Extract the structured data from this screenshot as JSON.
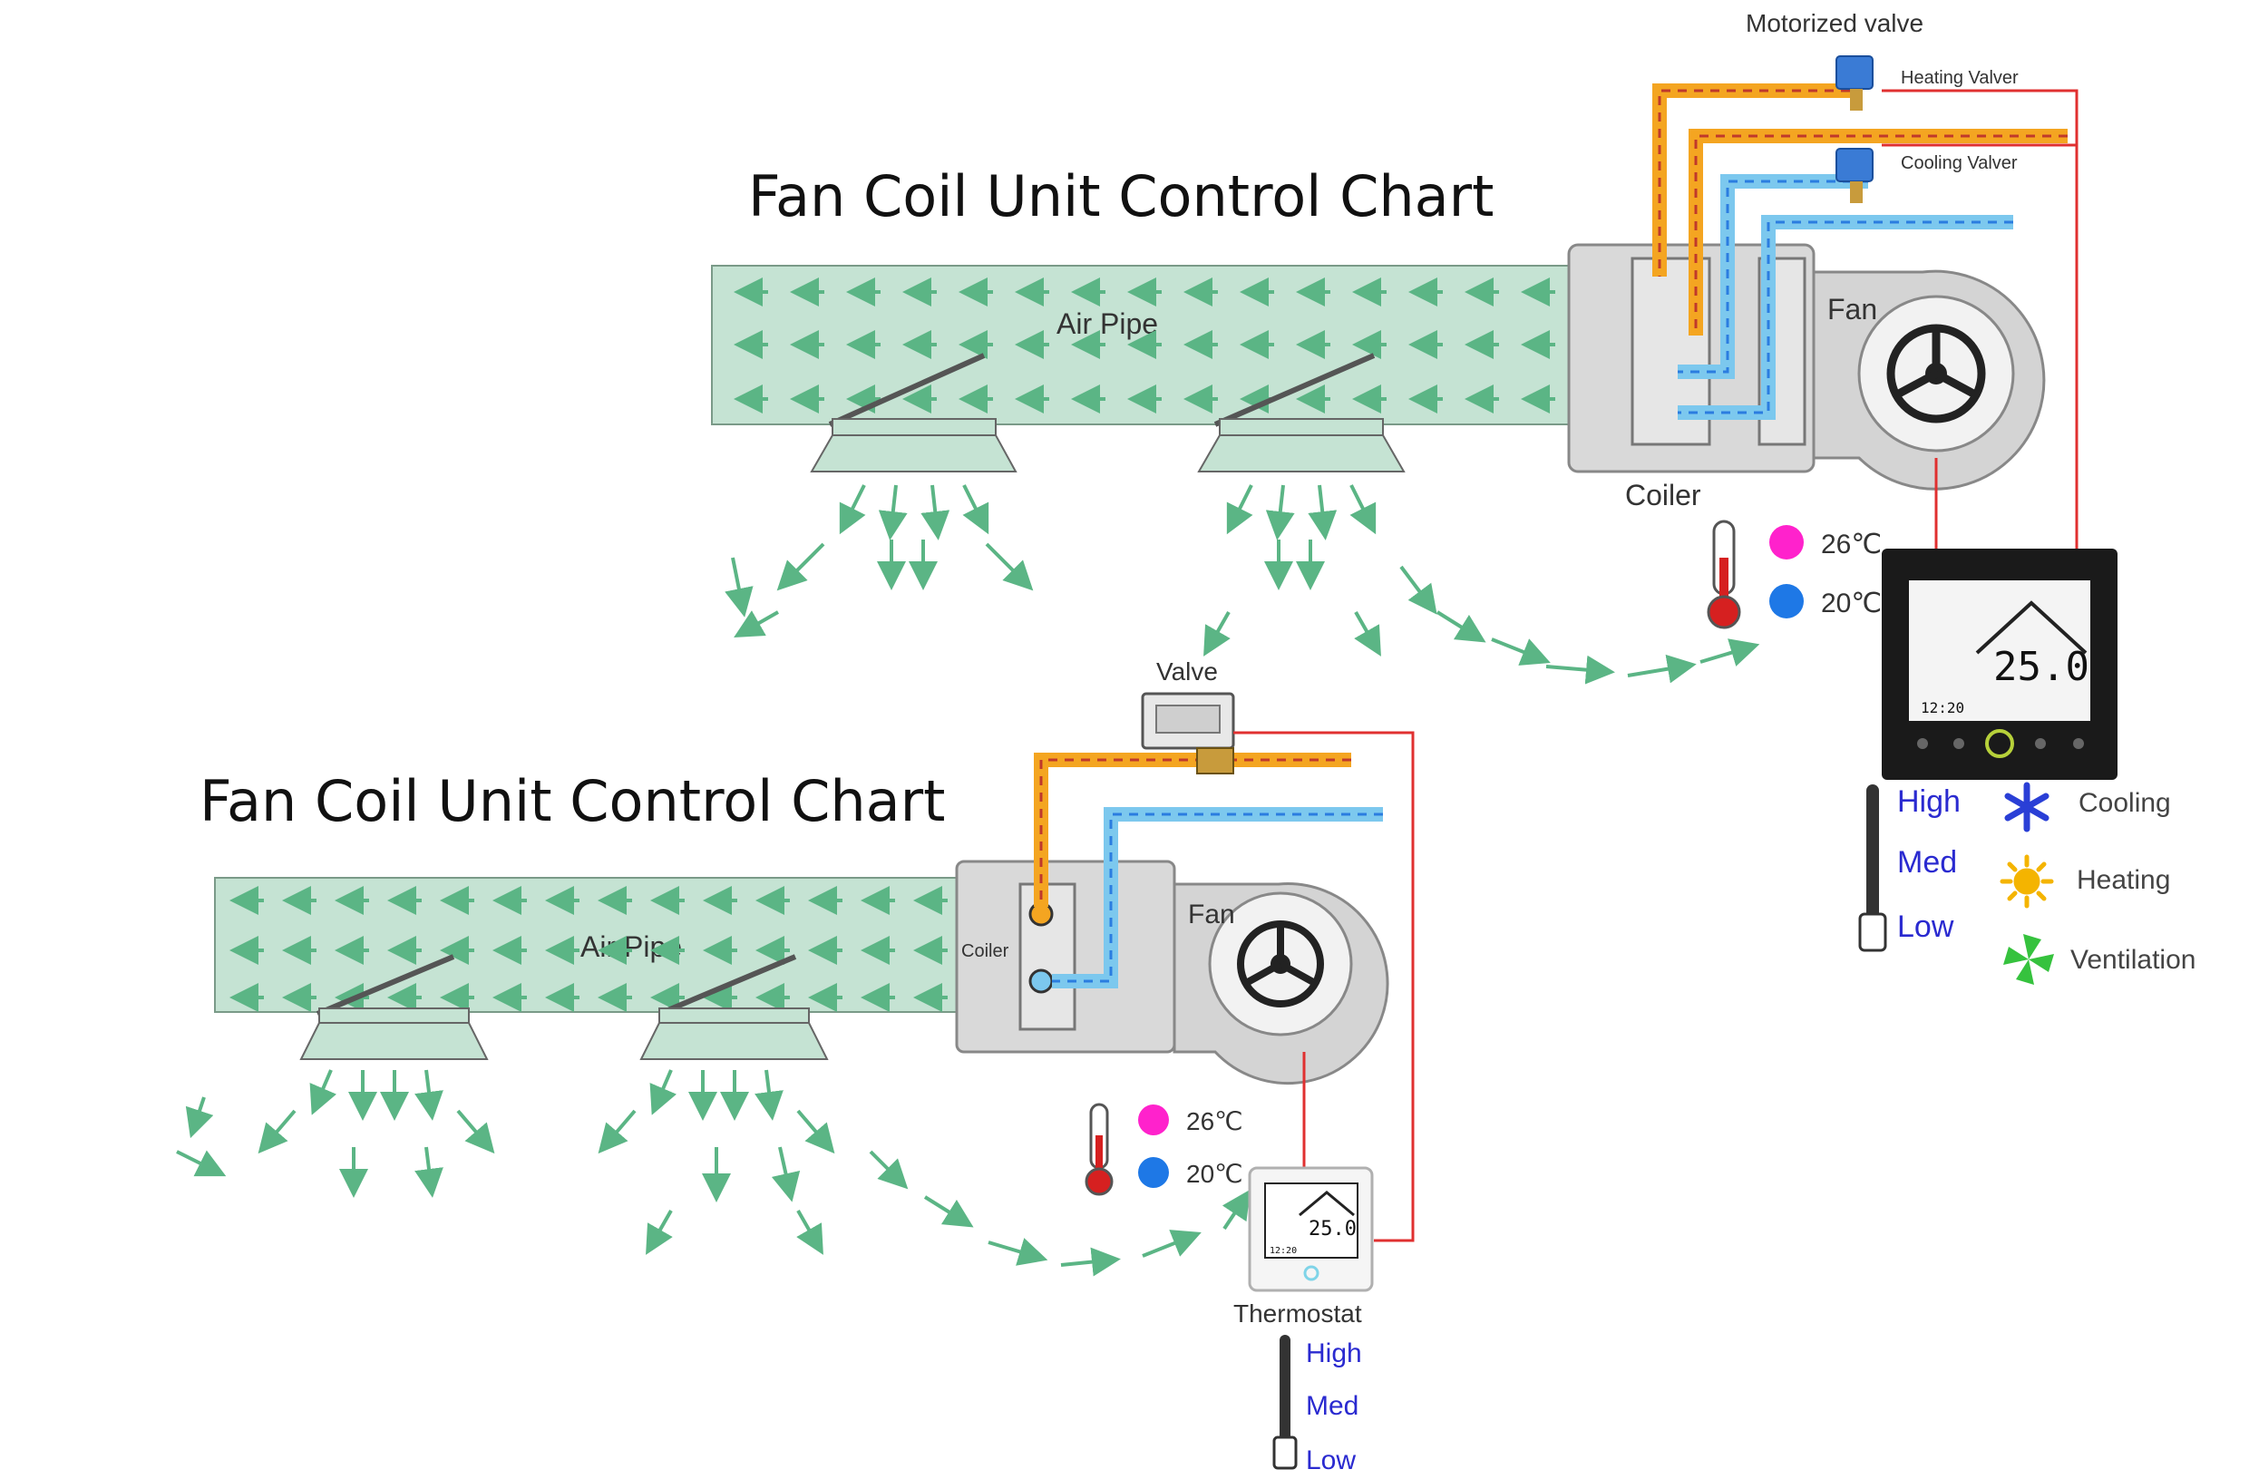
{
  "diagram_top": {
    "title": "Fan Coil Unit Control Chart",
    "air_pipe_label": "Air Pipe",
    "fan_label": "Fan",
    "coiler_label": "Coiler",
    "motorized_valve_label": "Motorized valve",
    "heating_valve_label": "Heating Valver",
    "cooling_valve_label": "Cooling Valver",
    "temp_high": "26℃",
    "temp_low": "20℃",
    "thermostat_display": "25.0",
    "thermostat_time": "12:20",
    "speeds": [
      "High",
      "Med",
      "Low"
    ],
    "modes": [
      {
        "label": "Cooling",
        "icon": "snowflake-icon"
      },
      {
        "label": "Heating",
        "icon": "sun-icon"
      },
      {
        "label": "Ventilation",
        "icon": "fan-icon"
      }
    ]
  },
  "diagram_bottom": {
    "title": "Fan Coil Unit Control Chart",
    "air_pipe_label": "Air Pipe",
    "fan_label": "Fan",
    "coiler_label": "Coiler",
    "valve_label": "Valve",
    "temp_high": "26℃",
    "temp_low": "20℃",
    "thermostat_display": "25.0",
    "thermostat_time": "12:20",
    "thermostat_label": "Thermostat",
    "speeds": [
      "High",
      "Med",
      "Low"
    ]
  },
  "colors": {
    "duct_fill": "#c5e3d3",
    "arrow_green": "#5bb585",
    "hot_pipe": "#f4a521",
    "cold_pipe": "#7cc8ee",
    "wire_red": "#e03030",
    "temp_high_dot": "#ff22cc",
    "temp_low_dot": "#1e78e6",
    "unit_gray": "#d9d9d9",
    "thermostat_black": "#1a1a1a",
    "speed_text": "#2a2ad0"
  }
}
